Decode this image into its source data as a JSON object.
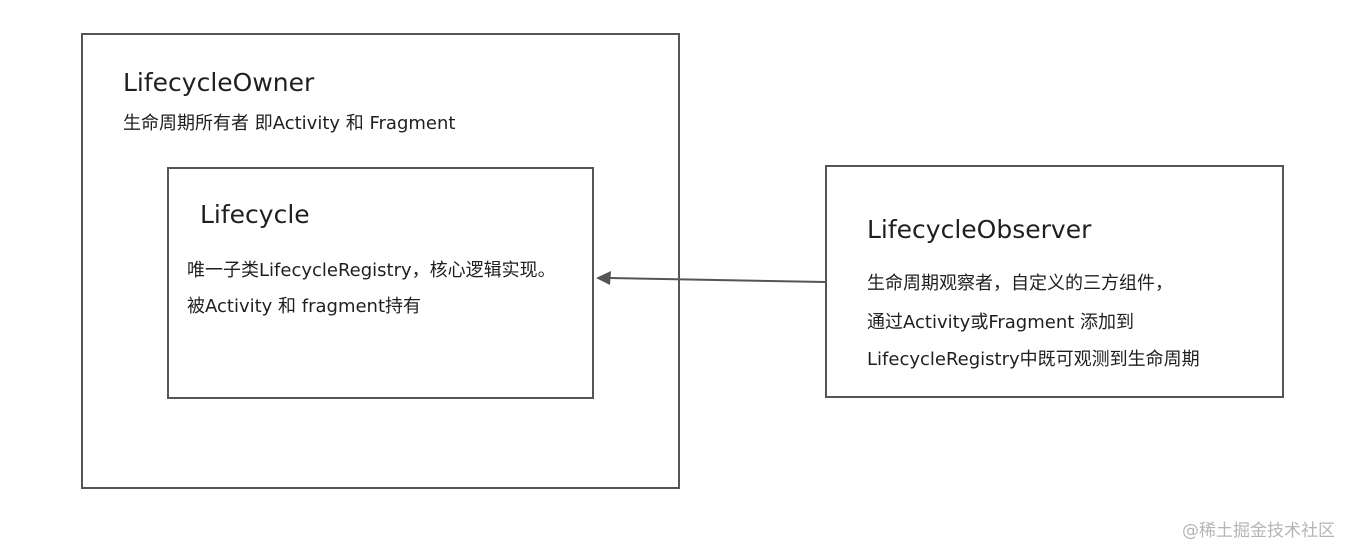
{
  "owner": {
    "title": "LifecycleOwner",
    "description": "生命周期所有者 即Activity 和 Fragment"
  },
  "lifecycle": {
    "title": "Lifecycle",
    "description_lines": [
      "唯一子类LifecycleRegistry，核心逻辑实现。",
      "被Activity 和 fragment持有"
    ]
  },
  "observer": {
    "title": "LifecycleObserver",
    "description_lines": [
      "生命周期观察者，自定义的三方组件，",
      "通过Activity或Fragment 添加到",
      "LifecycleRegistry中既可观测到生命周期"
    ]
  },
  "watermark": "@稀土掘金技术社区",
  "colors": {
    "border": "#555555",
    "text": "#1f1f1f",
    "watermark": "#b5b5b5"
  }
}
